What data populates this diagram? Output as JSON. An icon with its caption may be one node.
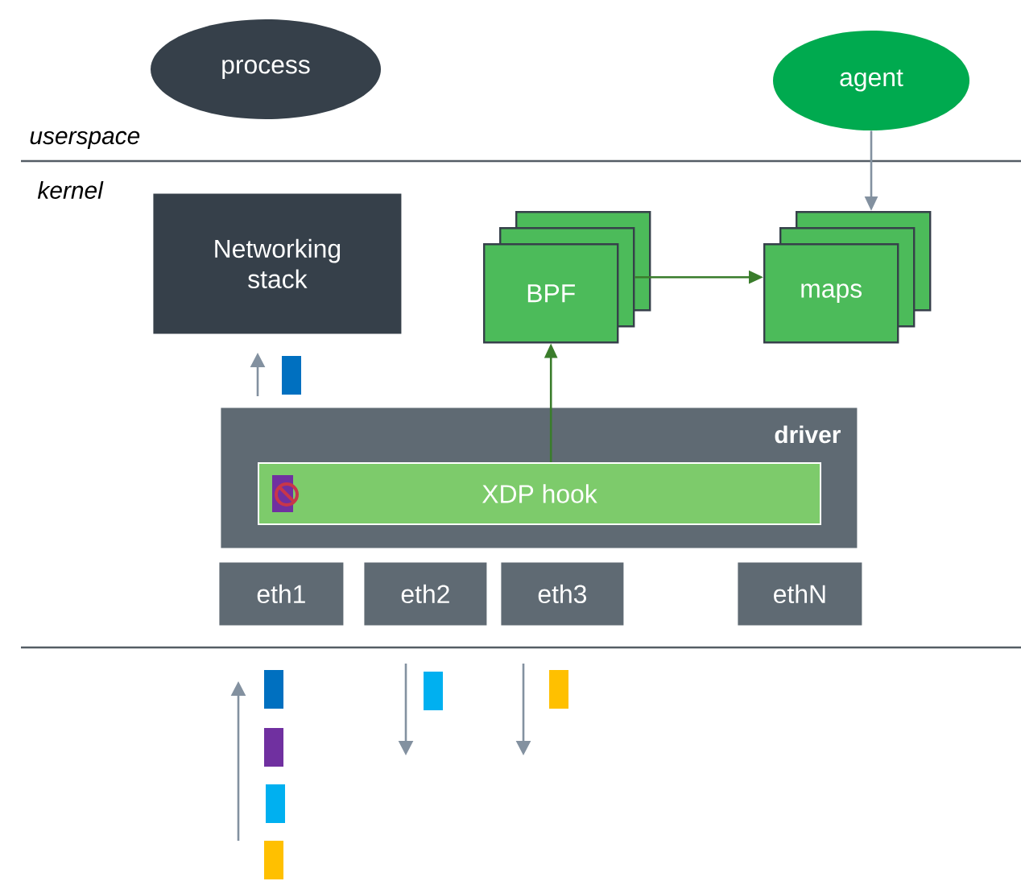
{
  "diagram": {
    "nodes": [
      {
        "text": [
          "process"
        ]
      },
      {
        "text": [
          "agent"
        ]
      },
      {
        "text": [
          "Networking stack"
        ]
      },
      {
        "text": [
          "BPF"
        ]
      },
      {
        "text": [
          "maps"
        ]
      },
      {
        "text": [
          "driver"
        ]
      },
      {
        "text": [
          "XDP hook"
        ],
        "in": 5
      },
      {
        "text": [
          "eth1"
        ]
      },
      {
        "text": [
          "eth2"
        ]
      },
      {
        "text": [
          "eth3"
        ]
      },
      {
        "text": [
          "ethN"
        ]
      }
    ],
    "edges": [
      {
        "from": 1,
        "to": 4,
        "arrow": "to",
        "color": "#8391a0"
      },
      {
        "from": 3,
        "to": 4,
        "arrow": "to"
      },
      {
        "from": 6,
        "to": 3,
        "arrow": "to"
      }
    ],
    "labels": [
      "userspace",
      "kernel"
    ]
  }
}
